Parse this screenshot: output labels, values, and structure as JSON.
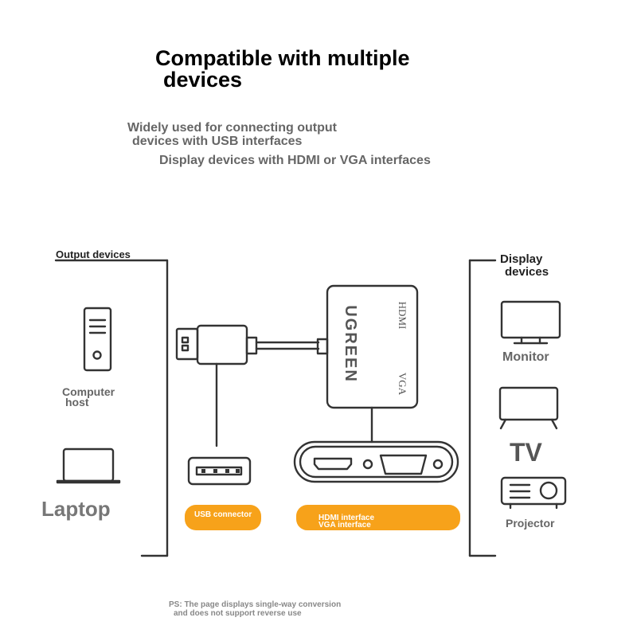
{
  "title": {
    "line1": "Compatible with multiple",
    "line2": "devices"
  },
  "subtitle": {
    "line1": "Widely used for connecting output",
    "line2": "devices with USB interfaces",
    "line3": "Display devices with HDMI or VGA interfaces"
  },
  "output_devices": {
    "heading": "Output devices",
    "computer": {
      "line1": "Computer",
      "line2": "host",
      "icon": "computer-tower-icon"
    },
    "laptop": {
      "label": "Laptop",
      "icon": "laptop-icon"
    }
  },
  "display_devices": {
    "heading_line1": "Display",
    "heading_line2": "devices",
    "monitor": {
      "label": "Monitor",
      "icon": "monitor-icon"
    },
    "tv": {
      "label": "TV",
      "icon": "tv-icon"
    },
    "projector": {
      "label": "Projector",
      "icon": "projector-icon"
    }
  },
  "adapter": {
    "brand": "UGREEN",
    "port1": "HDMI",
    "port2": "VGA"
  },
  "interfaces": {
    "usb": "USB connector",
    "hdmi": "HDMI interface",
    "vga": "VGA interface"
  },
  "note": {
    "line1": "PS: The page displays single-way conversion",
    "line2": "and does not support reverse use"
  },
  "colors": {
    "accent": "#f7a21a",
    "line": "#333333",
    "label_gray": "#666666"
  }
}
